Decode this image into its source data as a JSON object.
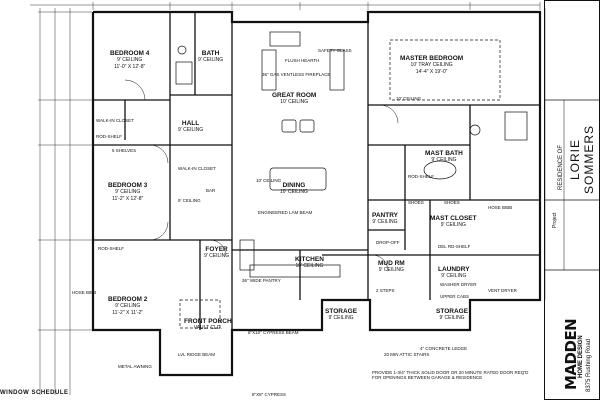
{
  "rooms": [
    {
      "name": "BEDROOM 4",
      "sub": "9' CEILING",
      "dim": "11'-0\" x 12'-8\""
    },
    {
      "name": "BATH",
      "sub": "9' CEILING",
      "dim": ""
    },
    {
      "name": "GREAT ROOM",
      "sub": "10' CEILING",
      "dim": ""
    },
    {
      "name": "MASTER BEDROOM",
      "sub": "10' TRAY CEILING",
      "dim": "14'-4\" x 19'-0\""
    },
    {
      "name": "HALL",
      "sub": "9' CEILING",
      "dim": ""
    },
    {
      "name": "BEDROOM 3",
      "sub": "9' CEILING",
      "dim": "11'-2\" x 12'-8\""
    },
    {
      "name": "DINING",
      "sub": "10' CEILING",
      "dim": ""
    },
    {
      "name": "MAST BATH",
      "sub": "9' CEILING",
      "dim": ""
    },
    {
      "name": "MAST CLOSET",
      "sub": "9' CEILING",
      "dim": ""
    },
    {
      "name": "FOYER",
      "sub": "9' CEILING",
      "dim": ""
    },
    {
      "name": "KITCHEN",
      "sub": "10' CEILING",
      "dim": ""
    },
    {
      "name": "MUD RM",
      "sub": "9' CEILING",
      "dim": ""
    },
    {
      "name": "LAUNDRY",
      "sub": "9' CEILING",
      "dim": ""
    },
    {
      "name": "BEDROOM 2",
      "sub": "9' CEILING",
      "dim": "11'-2\" x 11'-2\""
    },
    {
      "name": "FRONT PORCH",
      "sub": "VAULT CLG.",
      "dim": ""
    },
    {
      "name": "STORAGE",
      "sub": "9' CEILING",
      "dim": ""
    },
    {
      "name": "STORAGE",
      "sub": "9' CEILING",
      "dim": ""
    },
    {
      "name": "PANTRY",
      "sub": "9' CEILING",
      "dim": ""
    }
  ],
  "notes": [
    "36\" GAS VENTLESS FIREPLACE",
    "FLUSH HEARTH",
    "SAFETY GLASS",
    "ENGINEERED LAM BEAM",
    "WALK-IN CLOSET",
    "WALK-IN CLOSET",
    "5 SHELVES",
    "ROD-SHELF",
    "ROD-SHELF",
    "BAR",
    "9' CEILING",
    "10' CEILING",
    "36\" WIDE PANTRY",
    "8\"x10\" CYPRESS BEAM",
    "METAL AWNING",
    "LVL RIDGE BEAM",
    "10' CEILING",
    "SHOES",
    "SHOES",
    "HOSE BIBB",
    "HOSE BIBB",
    "DROP-OFF",
    "DEL RD-SHELF",
    "ROD-SHELF",
    "WASHER DRYER",
    "VENT DRYER",
    "UPPER CABS",
    "2 STEPS",
    "4\" CONCRETE LEDGE",
    "20 MIN ATTIC STAIRS",
    "PROVIDE 1-3/4\" THICK SOLID DOOR OR 20 MINUTE RATED DOOR REQ'D FOR OPENINGS BETWEEN GARAGE & RESIDENCE",
    "8\"x8\" CYPRESS"
  ],
  "schedule_label": "WINDOW SCHEDULE",
  "title_block": {
    "residence_of": "RESIDENCE OF",
    "client_first": "LORIE",
    "client_last": "SOMMERS",
    "project_label": "Project",
    "company": "MADDEN",
    "company_sub": "HOME DESIGN",
    "address": "8375 Rushing Road"
  }
}
